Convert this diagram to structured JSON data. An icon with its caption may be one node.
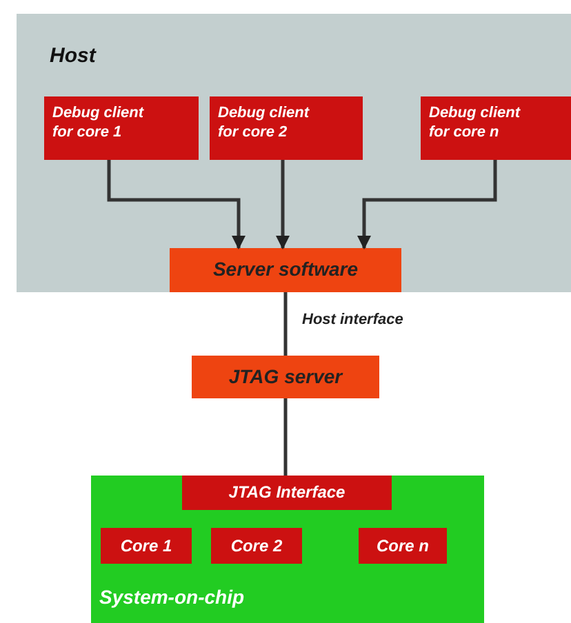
{
  "diagram": {
    "nodes": [
      {
        "text": [
          "Host"
        ]
      },
      {
        "text": [
          "Debug client for core 1"
        ],
        "in": 0
      },
      {
        "text": [
          "Debug client for core 2"
        ],
        "in": 0
      },
      {
        "text": [
          "Debug client for core n"
        ],
        "in": 0
      },
      {
        "text": [
          "Server software"
        ],
        "in": 0
      },
      {
        "text": [
          "JTAG server"
        ]
      },
      {
        "text": [
          "System-on-chip"
        ]
      },
      {
        "text": [
          "JTAG Interface"
        ],
        "in": 6
      },
      {
        "text": [
          "Core 1"
        ],
        "in": 6
      },
      {
        "text": [
          "Core 2"
        ],
        "in": 6
      },
      {
        "text": [
          "Core n"
        ],
        "in": 6
      }
    ],
    "edges": [
      {
        "from": 1,
        "to": 4,
        "arrow": "to"
      },
      {
        "from": 2,
        "to": 4,
        "arrow": "to"
      },
      {
        "from": 3,
        "to": 4,
        "arrow": "to"
      },
      {
        "from": 4,
        "to": 5,
        "arrow": "none",
        "label": "Host interface"
      },
      {
        "from": 5,
        "to": 7,
        "arrow": "none"
      }
    ]
  }
}
